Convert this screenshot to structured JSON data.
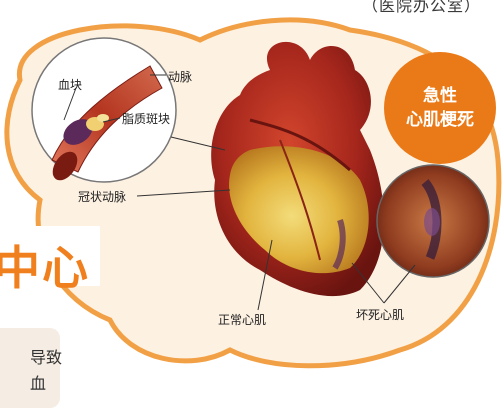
{
  "top_caption": "（医院办公室）",
  "headline": "中心",
  "side_text": [
    "导致",
    "血"
  ],
  "badge": {
    "line1": "急性",
    "line2": "心肌梗死"
  },
  "labels": {
    "clot": "血块",
    "artery": "动脉",
    "plaque": "脂质斑块",
    "coronary_artery": "冠状动脉",
    "normal_myocardium": "正常心肌",
    "necrotic_myocardium": "坏死心肌"
  },
  "colors": {
    "accent_orange": "#f07f1e",
    "badge_orange": "#ea7a18",
    "panel_beige": "#f5ede4",
    "heart_red": "#a5261c",
    "heart_yellow": "#e9c24c"
  }
}
